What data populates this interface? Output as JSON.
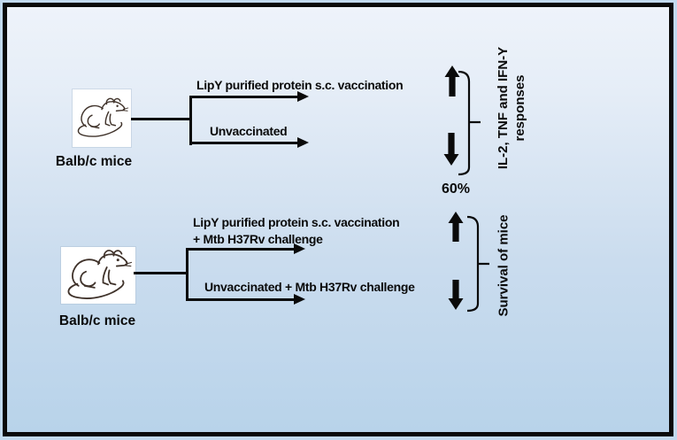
{
  "figure": {
    "type": "experimental-design-diagram",
    "colors": {
      "background_top": "#eef3fa",
      "background_bottom": "#b8d3ea",
      "frame_border": "#0a0a0a",
      "outer_margin": "#c2daef",
      "ink": "#0a0a0a"
    },
    "icons": {
      "subject": "mouse-drawing",
      "increase": "up-arrow",
      "decrease": "down-arrow",
      "grouping": "curly-brace-bracket"
    },
    "experiments": [
      {
        "subject": "Balb/c mice",
        "arms": [
          {
            "lines": [
              "LipY purified protein s.c. vaccination"
            ],
            "outcome": "up-arrow"
          },
          {
            "lines": [
              "Unvaccinated"
            ],
            "outcome": "down-arrow"
          }
        ],
        "readout_lines": [
          "IL-2, TNF and IFN-Y",
          "responses"
        ]
      },
      {
        "subject": "Balb/c mice",
        "annotation": "60%",
        "arms": [
          {
            "lines": [
              "LipY purified protein s.c. vaccination",
              "+ Mtb H37Rv challenge"
            ],
            "outcome": "up-arrow"
          },
          {
            "lines": [
              "Unvaccinated + Mtb H37Rv challenge"
            ],
            "outcome": "down-arrow"
          }
        ],
        "readout_lines": [
          "Survival of mice"
        ]
      }
    ]
  }
}
